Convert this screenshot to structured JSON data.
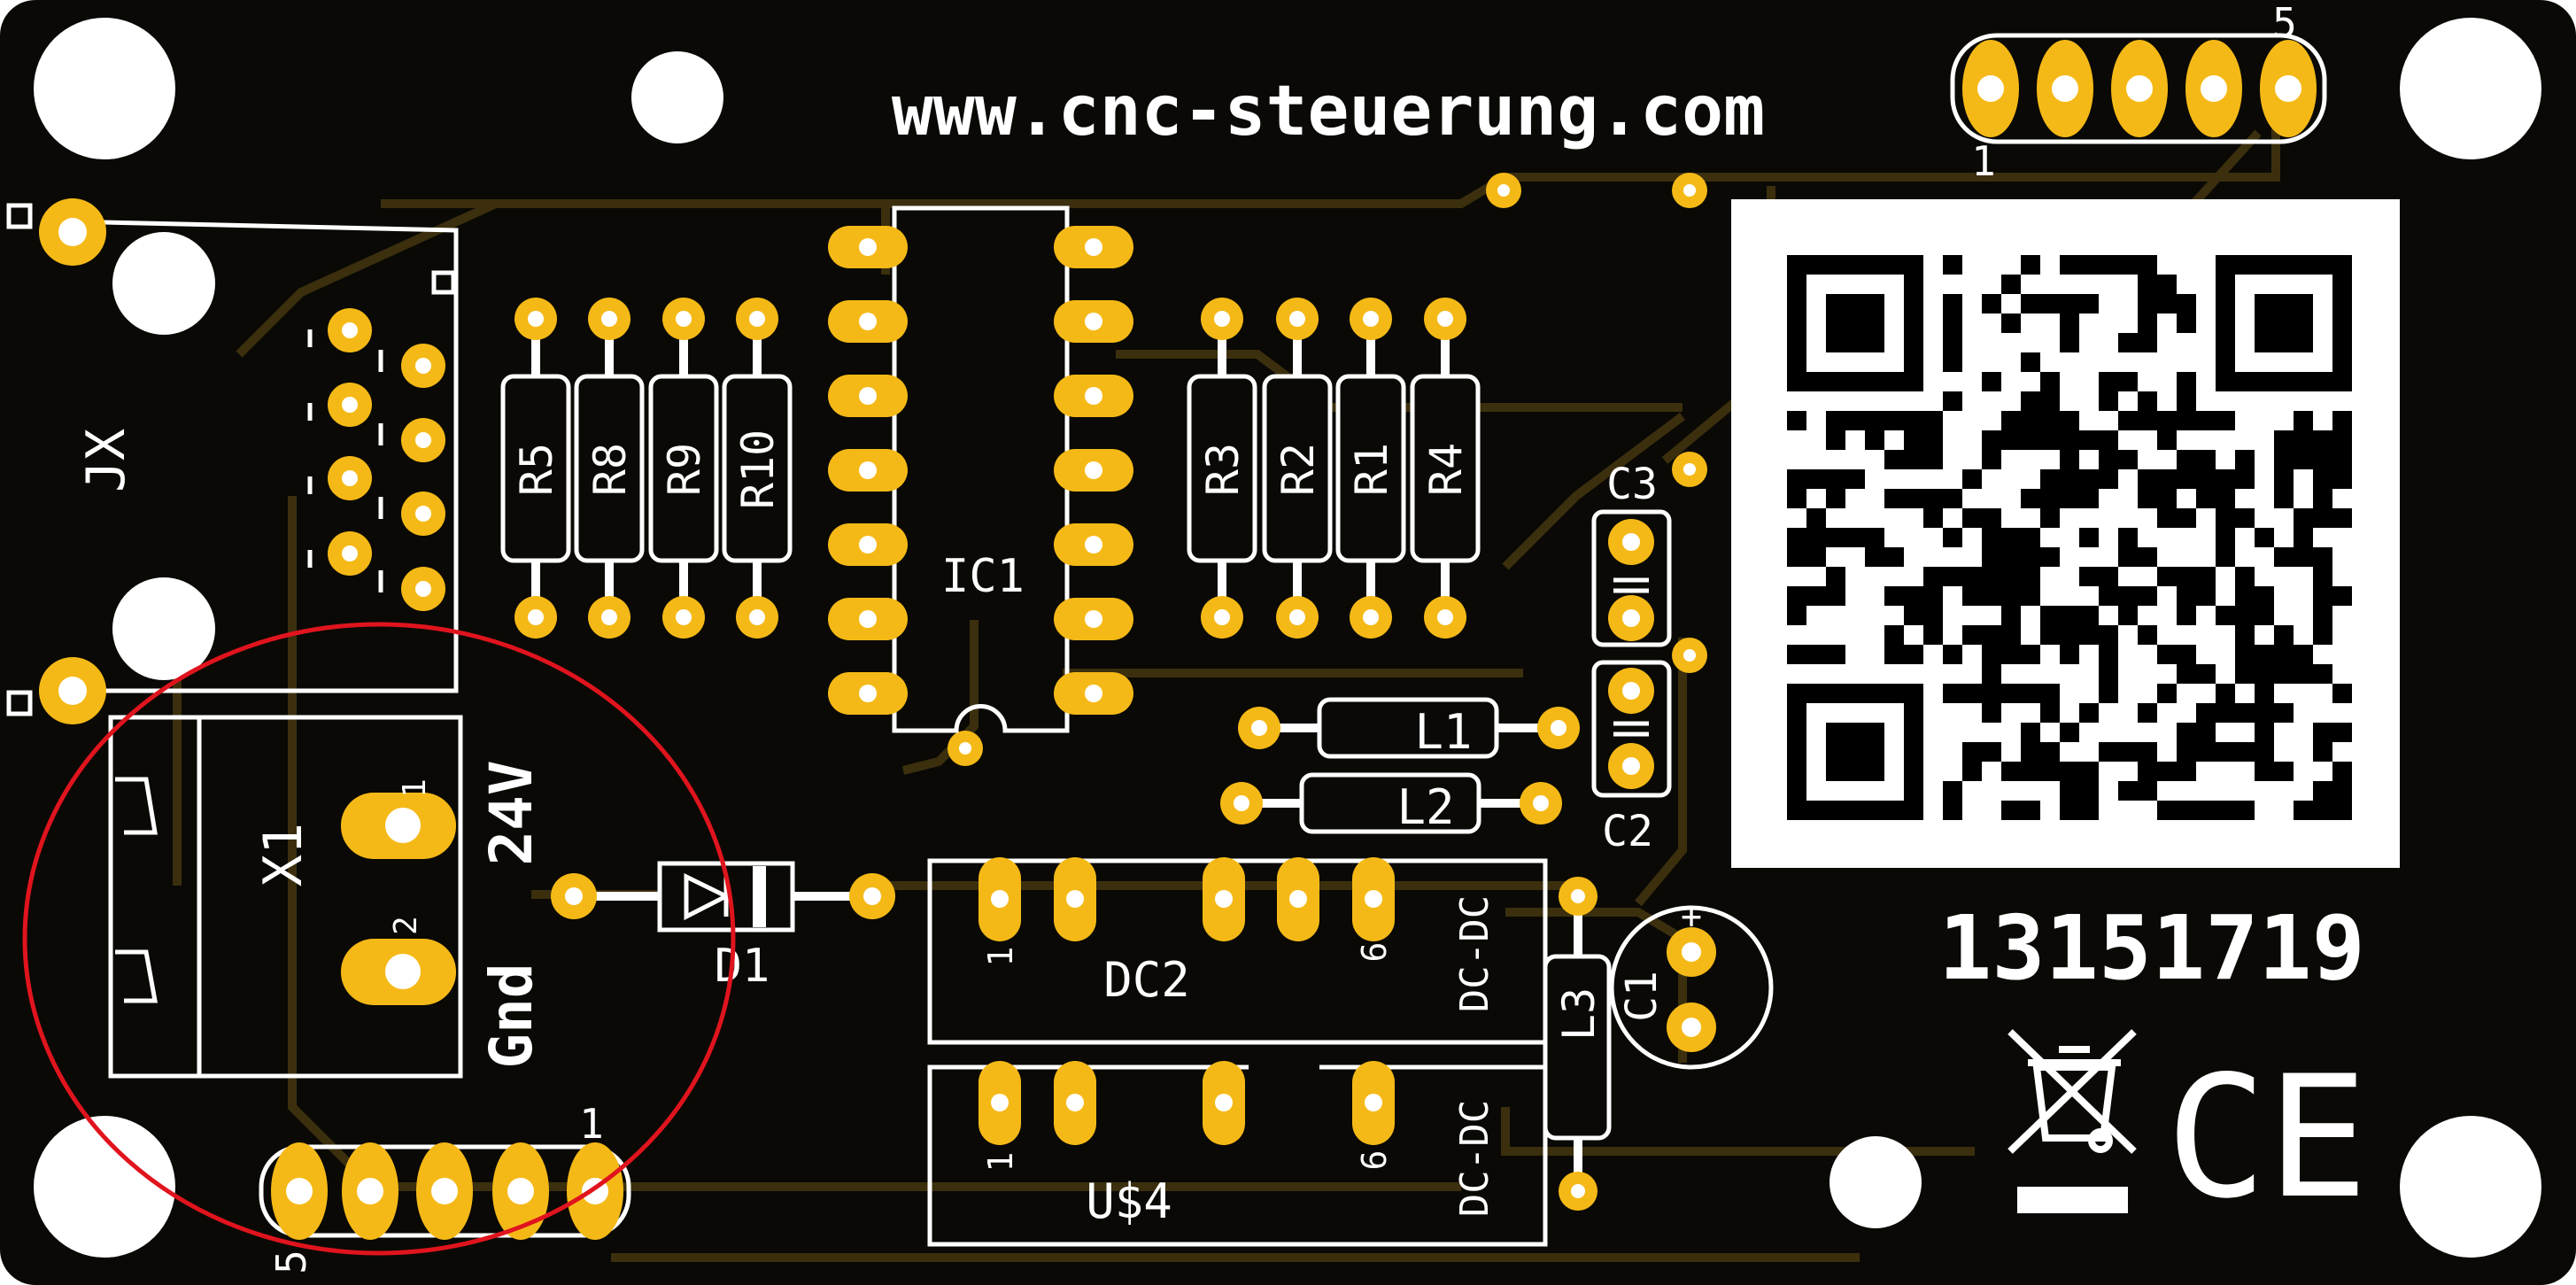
{
  "board": {
    "url": "www.cnc-steuerung.com",
    "serial": "13151719",
    "ce_mark": "CE",
    "colors": {
      "substrate": "#0a0905",
      "silkscreen": "#ffffff",
      "copper_pad": "#f5b917",
      "trace": "#3b2f0e",
      "highlight_circle": "#e0141e"
    }
  },
  "connectors": {
    "top_header": {
      "pin_first": "1",
      "pin_last": "5"
    },
    "bottom_header": {
      "pin_first": "1",
      "pin_last": "5"
    },
    "jx": {
      "label": "JX"
    },
    "x1": {
      "label": "X1",
      "pin1_num": "1",
      "pin2_num": "2",
      "pin1_name": "24V",
      "pin2_name": "Gnd"
    }
  },
  "components": {
    "ic1": "IC1",
    "resistors_left": [
      "R5",
      "R8",
      "R9",
      "R10"
    ],
    "resistors_right": [
      "R3",
      "R2",
      "R1",
      "R4"
    ],
    "l1": "L1",
    "l2": "L2",
    "l3": "L3",
    "c1": "C1",
    "c2": "C2",
    "c3": "C3",
    "d1": "D1",
    "dc2": {
      "name": "DC2",
      "type": "DC-DC",
      "pin1": "1",
      "pin6": "6"
    },
    "u4": {
      "name": "U$4",
      "type": "DC-DC",
      "pin1": "1",
      "pin6": "6"
    }
  },
  "icons": [
    "weee-bin-icon",
    "ce-mark-icon",
    "qr-code-icon",
    "mounting-hole-icon"
  ]
}
